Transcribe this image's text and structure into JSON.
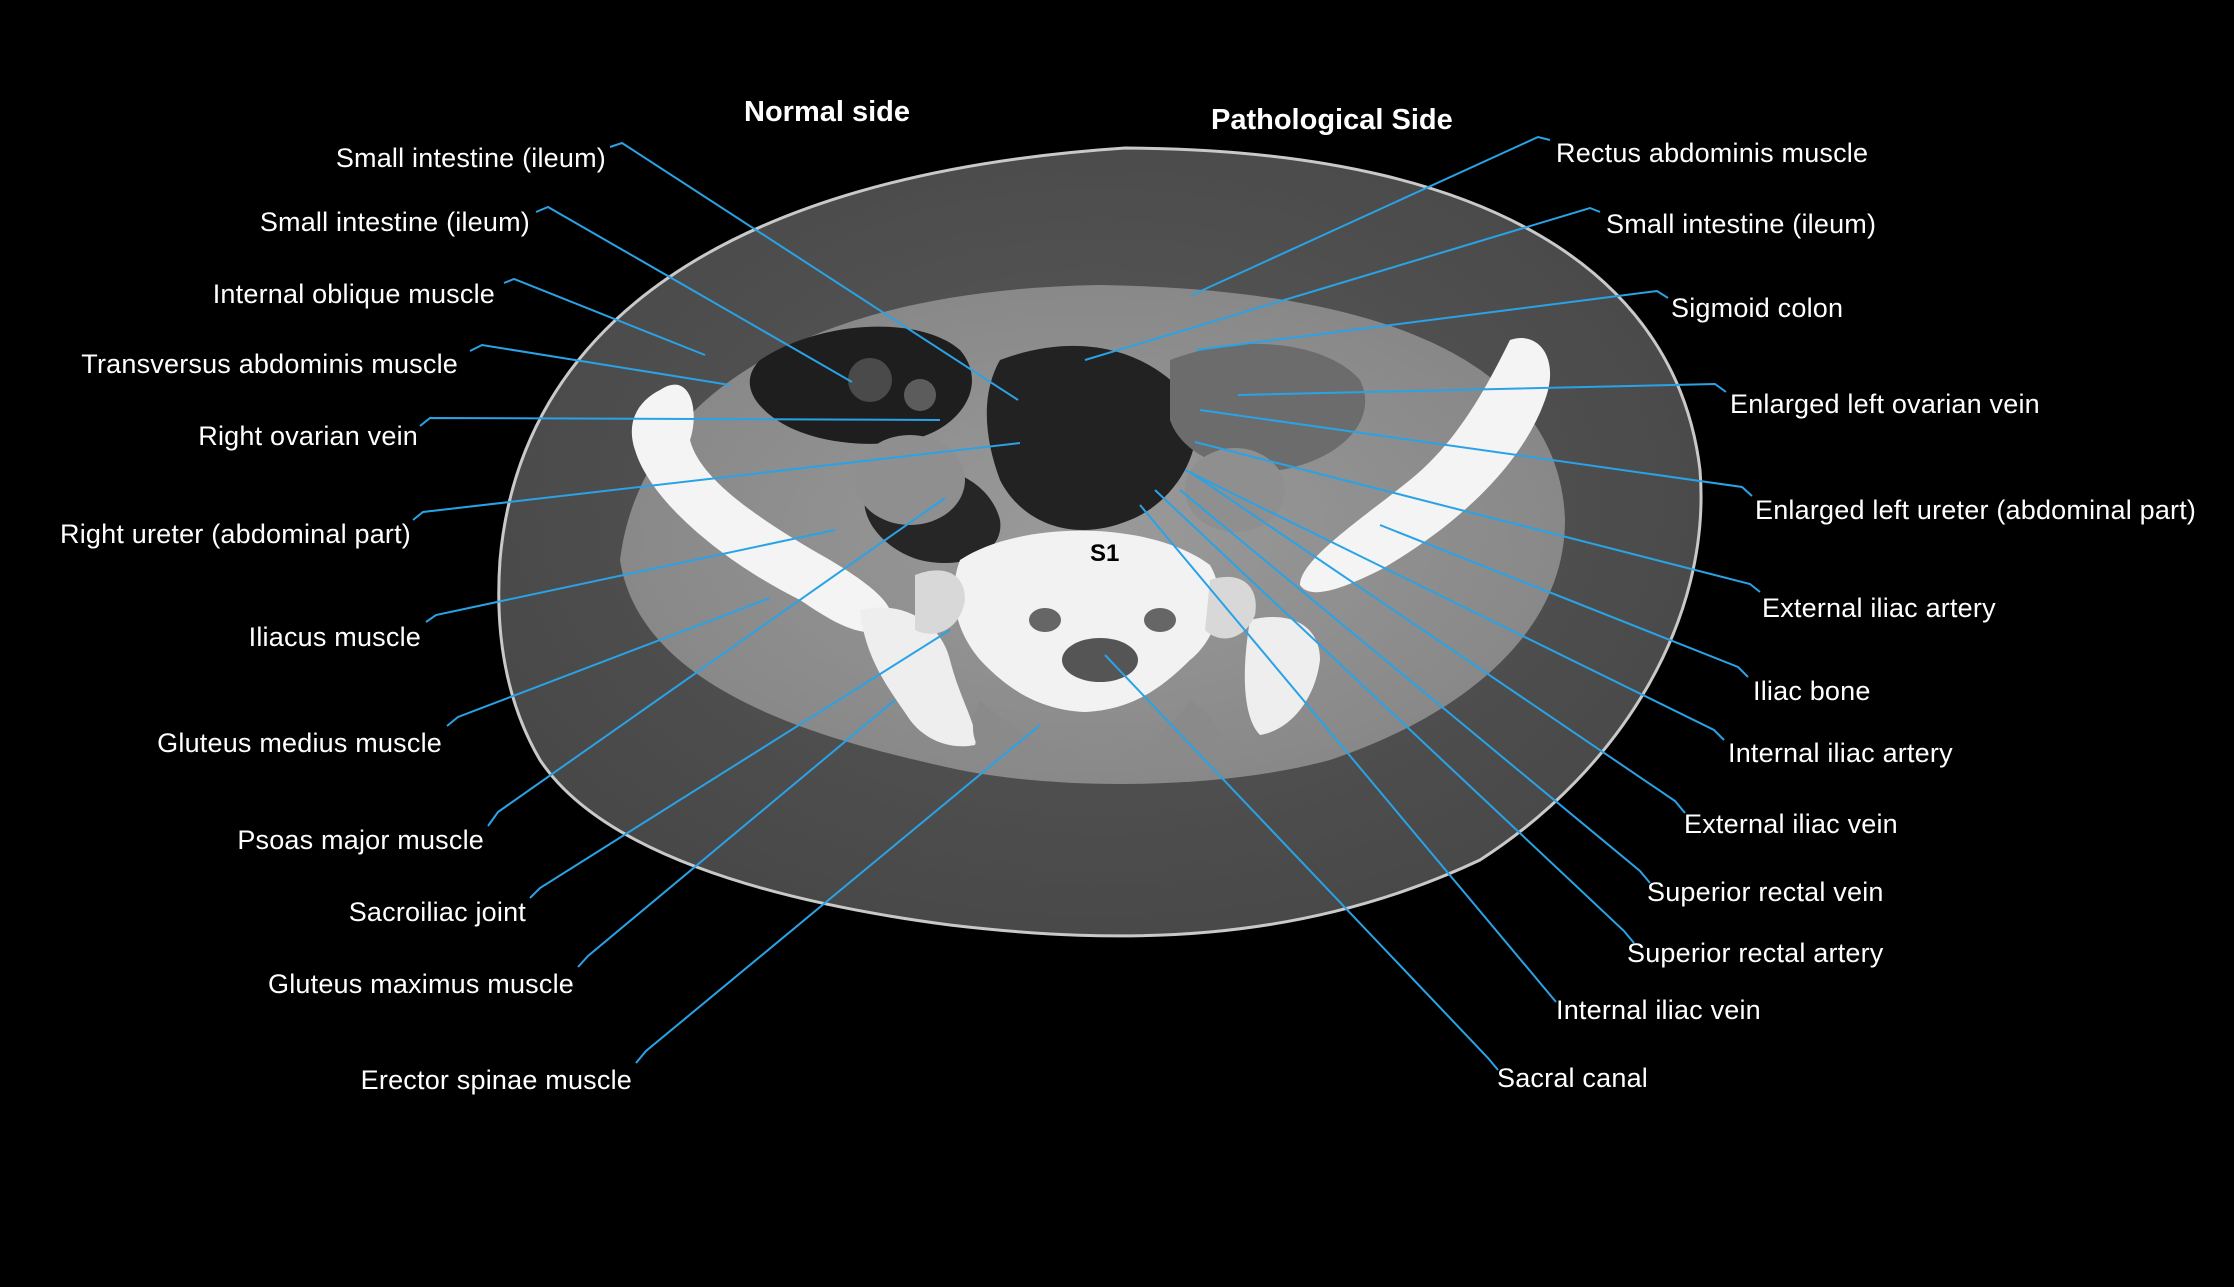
{
  "headings": {
    "normal_side": "Normal side",
    "pathological_side": "Pathological Side"
  },
  "vertebra_label": "S1",
  "colors": {
    "background": "#000000",
    "leader_line": "#29a3e6",
    "label_text": "#ffffff"
  },
  "labels": [
    {
      "id": "small-intestine-ileum-1",
      "text": "Small intestine (ileum)"
    },
    {
      "id": "small-intestine-ileum-2",
      "text": "Small intestine (ileum)"
    },
    {
      "id": "internal-oblique-muscle",
      "text": "Internal oblique muscle"
    },
    {
      "id": "transversus-abdominis-muscle",
      "text": "Transversus abdominis muscle"
    },
    {
      "id": "right-ovarian-vein",
      "text": "Right ovarian vein"
    },
    {
      "id": "right-ureter-abdominal-part",
      "text": "Right ureter (abdominal part)"
    },
    {
      "id": "iliacus-muscle",
      "text": "Iliacus muscle"
    },
    {
      "id": "gluteus-medius-muscle",
      "text": "Gluteus medius muscle"
    },
    {
      "id": "psoas-major-muscle",
      "text": "Psoas major muscle"
    },
    {
      "id": "sacroiliac-joint",
      "text": "Sacroiliac joint"
    },
    {
      "id": "gluteus-maximus-muscle",
      "text": "Gluteus maximus muscle"
    },
    {
      "id": "erector-spinae-muscle",
      "text": "Erector spinae muscle"
    },
    {
      "id": "rectus-abdominis-muscle",
      "text": "Rectus abdominis muscle"
    },
    {
      "id": "small-intestine-ileum-3",
      "text": "Small intestine (ileum)"
    },
    {
      "id": "sigmoid-colon",
      "text": "Sigmoid colon"
    },
    {
      "id": "enlarged-left-ovarian-vein",
      "text": "Enlarged left ovarian vein"
    },
    {
      "id": "enlarged-left-ureter-abdominal-part",
      "text": "Enlarged left ureter (abdominal part)"
    },
    {
      "id": "external-iliac-artery",
      "text": "External iliac artery"
    },
    {
      "id": "iliac-bone",
      "text": "Iliac bone"
    },
    {
      "id": "internal-iliac-artery",
      "text": "Internal iliac artery"
    },
    {
      "id": "external-iliac-vein",
      "text": "External iliac vein"
    },
    {
      "id": "superior-rectal-vein",
      "text": "Superior rectal  vein"
    },
    {
      "id": "superior-rectal-artery",
      "text": "Superior rectal  artery"
    },
    {
      "id": "internal-iliac-vein",
      "text": "Internal iliac vein"
    },
    {
      "id": "sacral-canal",
      "text": "Sacral canal"
    }
  ]
}
